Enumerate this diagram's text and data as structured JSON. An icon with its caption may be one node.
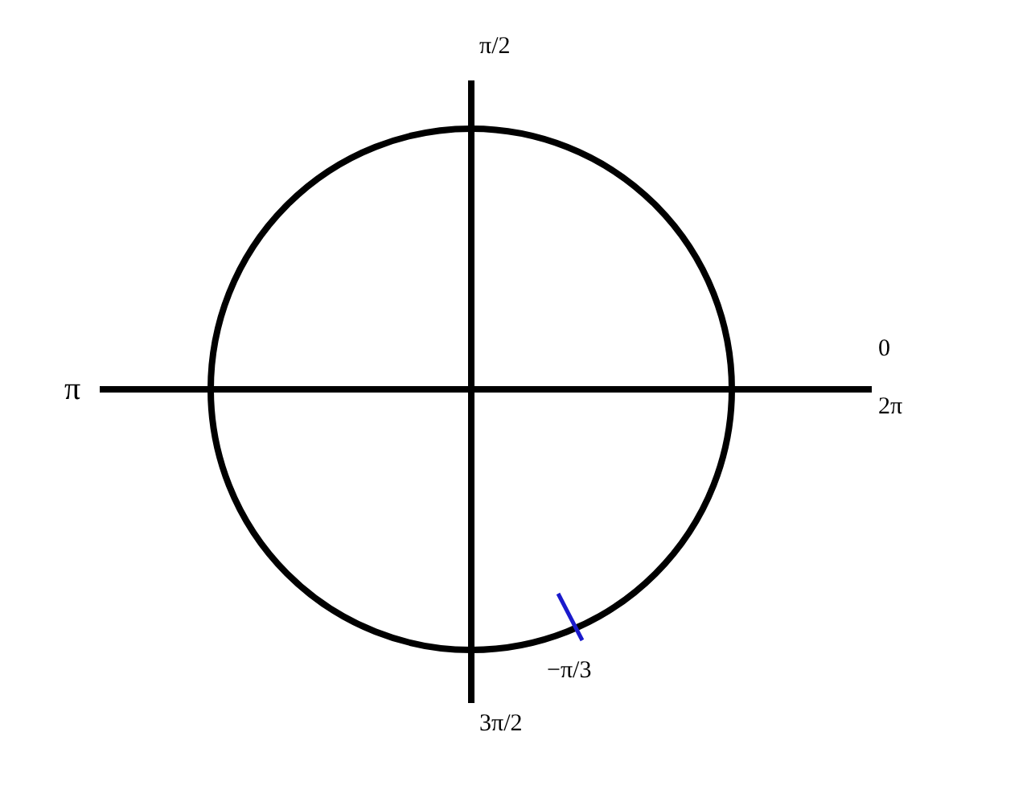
{
  "diagram": {
    "labels": [
      "π/2",
      "π",
      "0",
      "2π",
      "−π/3",
      "3π/2"
    ]
  }
}
